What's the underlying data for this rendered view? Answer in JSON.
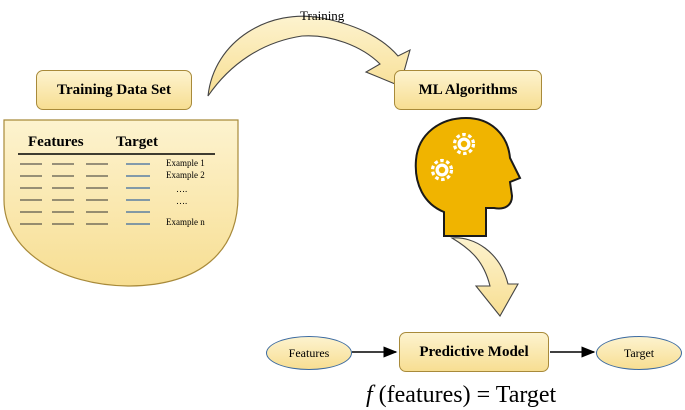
{
  "nodes": {
    "training_data_set": "Training Data Set",
    "ml_algorithms": "ML Algorithms",
    "predictive_model": "Predictive Model",
    "features": "Features",
    "target": "Target"
  },
  "arrows": {
    "training_label": "Training"
  },
  "table": {
    "header_features": "Features",
    "header_target": "Target",
    "examples": [
      "Example 1",
      "Example 2",
      "….",
      "….",
      "Example n"
    ]
  },
  "formula": {
    "func": "f",
    "rest": " (features) = Target"
  },
  "colors": {
    "fill_light": "#fdf3cf",
    "fill_dark": "#f7de92",
    "head_gold": "#f0b400",
    "target_line_blue": "#3b6aa0"
  },
  "icons": {
    "head": "head-with-gears-icon"
  }
}
